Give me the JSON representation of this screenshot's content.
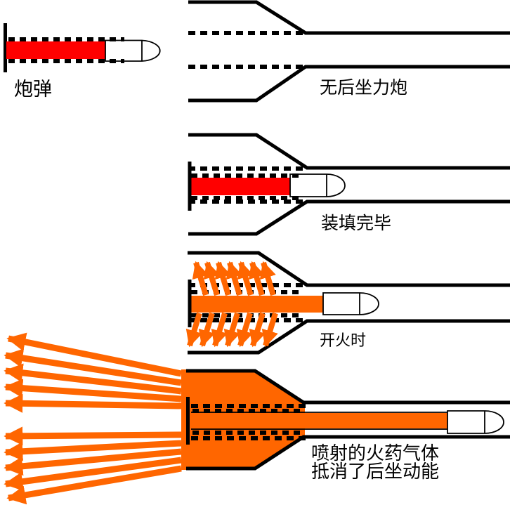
{
  "diagram": {
    "labels": {
      "shell": "炮弹",
      "gun": "无后坐力炮",
      "loaded": "装填完毕",
      "firing": "开火时",
      "recoil_line1": "喷射的火药气体",
      "recoil_line2": "抵消了后坐动能"
    },
    "colors": {
      "propellant_red": "#FF0000",
      "gas_orange": "#FF6600",
      "outline_black": "#000000",
      "projectile_white": "#FFFFFF",
      "background": "#FFFFFF"
    }
  }
}
